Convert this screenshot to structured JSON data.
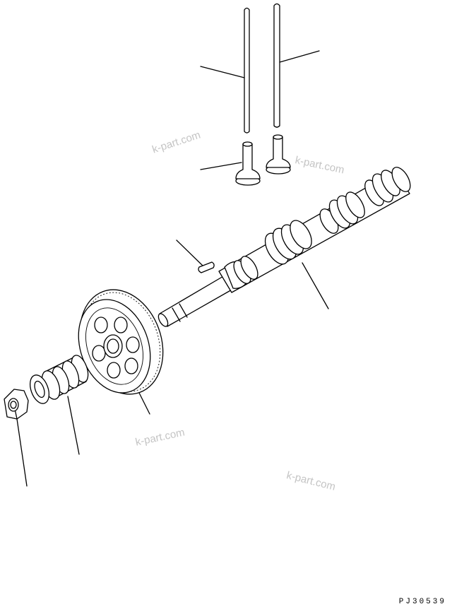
{
  "watermarks": [
    "k-part.com",
    "k-part.com",
    "k-part.com",
    "k-part.com"
  ],
  "drawing_code": "PJ30539"
}
